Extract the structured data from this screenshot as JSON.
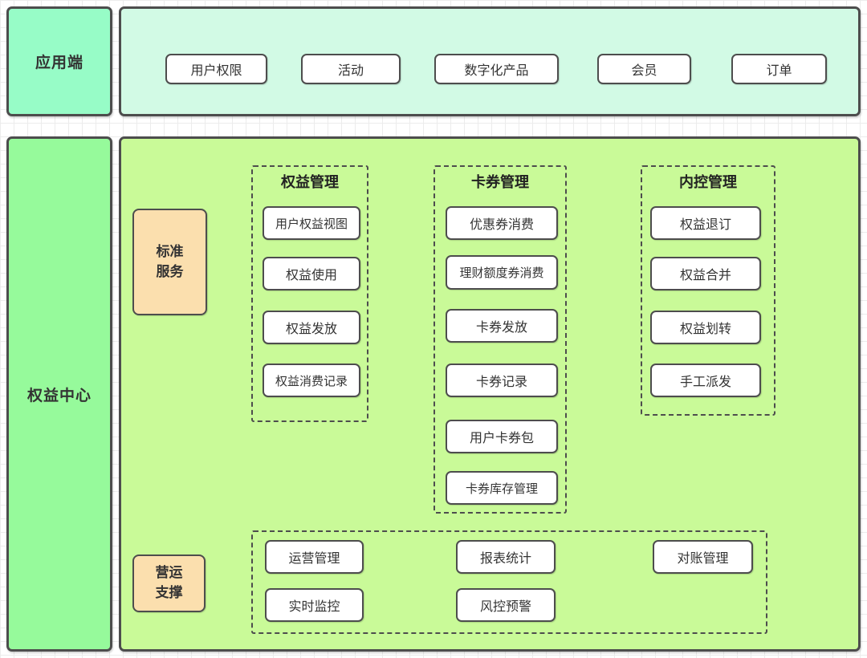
{
  "colors": {
    "app_label_bg": "#97fcc7",
    "app_container_bg": "#d2fae5",
    "center_label_bg": "#96fa9b",
    "main_container_bg": "#c9fa98",
    "tag_bg": "#fbdfae",
    "border": "#4d4d4d",
    "node_bg": "#ffffff",
    "text": "#333333"
  },
  "app_section": {
    "label": "应用端",
    "items": [
      "用户权限",
      "活动",
      "数字化产品",
      "会员",
      "订单"
    ]
  },
  "center_section": {
    "label": "权益中心",
    "standard_service_label": "标准服务",
    "operation_support_label": "营运支撑",
    "groups": [
      {
        "title": "权益管理",
        "items": [
          "用户权益视图",
          "权益使用",
          "权益发放",
          "权益消费记录"
        ]
      },
      {
        "title": "卡券管理",
        "items": [
          "优惠券消费",
          "理财额度券消费",
          "卡券发放",
          "卡券记录",
          "用户卡券包",
          "卡券库存管理"
        ]
      },
      {
        "title": "内控管理",
        "items": [
          "权益退订",
          "权益合并",
          "权益划转",
          "手工派发"
        ]
      }
    ],
    "support_group": {
      "items": [
        "运营管理",
        "报表统计",
        "对账管理",
        "实时监控",
        "风控预警"
      ]
    }
  }
}
